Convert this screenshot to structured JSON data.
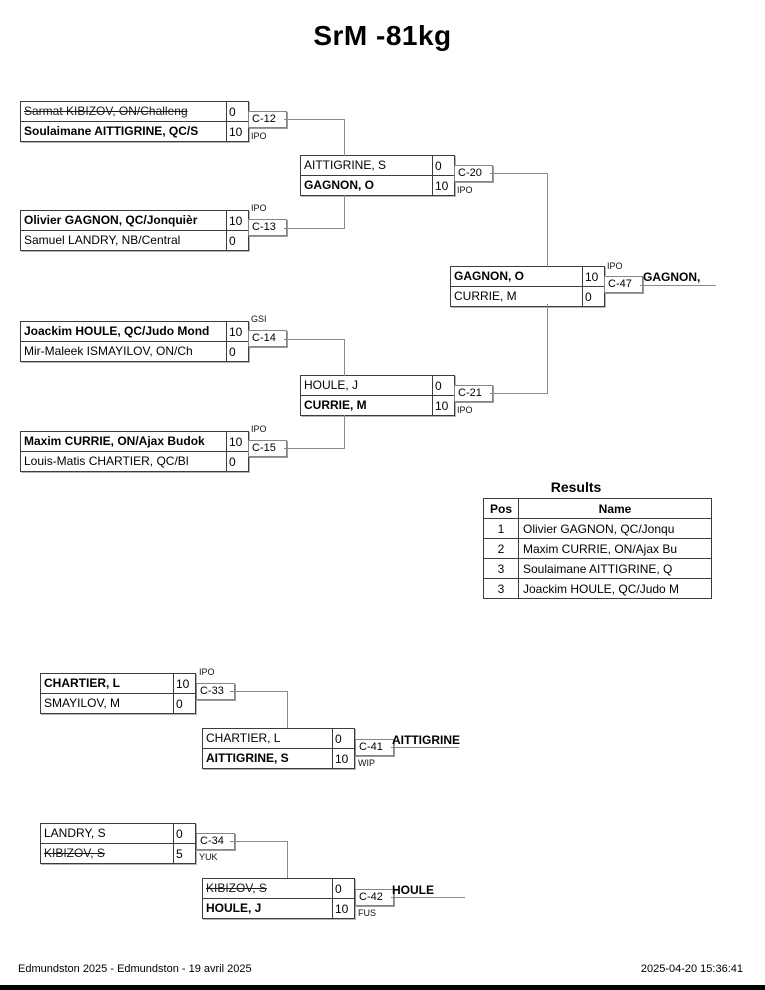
{
  "title": "SrM -81kg",
  "bracket": {
    "c12": {
      "code": "C-12",
      "sub": "IPO",
      "p1": {
        "name": "Sarmat KIBIZOV, ON/Challeng",
        "score": "0"
      },
      "p2": {
        "name": "Soulaimane AITTIGRINE, QC/S",
        "score": "10"
      }
    },
    "c13": {
      "code": "C-13",
      "sub": "IPO",
      "p1": {
        "name": "Olivier GAGNON, QC/Jonquièr",
        "score": "10"
      },
      "p2": {
        "name": "Samuel LANDRY, NB/Central",
        "score": "0"
      }
    },
    "c14": {
      "code": "C-14",
      "sub": "GSI",
      "p1": {
        "name": "Joackim HOULE, QC/Judo Mond",
        "score": "10"
      },
      "p2": {
        "name": "Mir-Maleek ISMAYILOV, ON/Ch",
        "score": "0"
      }
    },
    "c15": {
      "code": "C-15",
      "sub": "IPO",
      "p1": {
        "name": "Maxim CURRIE, ON/Ajax Budok",
        "score": "10"
      },
      "p2": {
        "name": "Louis-Matis CHARTIER, QC/Bl",
        "score": "0"
      }
    },
    "c20": {
      "code": "C-20",
      "sub": "IPO",
      "p1": {
        "name": "AITTIGRINE, S",
        "score": "0"
      },
      "p2": {
        "name": "GAGNON, O",
        "score": "10"
      }
    },
    "c21": {
      "code": "C-21",
      "sub": "IPO",
      "p1": {
        "name": "HOULE, J",
        "score": "0"
      },
      "p2": {
        "name": "CURRIE, M",
        "score": "10"
      }
    },
    "c47": {
      "code": "C-47",
      "sub": "IPO",
      "winner": "GAGNON,",
      "p1": {
        "name": "GAGNON, O",
        "score": "10"
      },
      "p2": {
        "name": "CURRIE, M",
        "score": "0"
      }
    },
    "c33": {
      "code": "C-33",
      "sub": "IPO",
      "p1": {
        "name": "CHARTIER, L",
        "score": "10"
      },
      "p2": {
        "name": "SMAYILOV, M",
        "score": "0"
      }
    },
    "c41": {
      "code": "C-41",
      "sub": "WIP",
      "winner": "AITTIGRINE",
      "p1": {
        "name": "CHARTIER, L",
        "score": "0"
      },
      "p2": {
        "name": "AITTIGRINE, S",
        "score": "10"
      }
    },
    "c34": {
      "code": "C-34",
      "sub": "YUK",
      "p1": {
        "name": "LANDRY, S",
        "score": "0"
      },
      "p2": {
        "name": "KIBIZOV, S",
        "score": "5"
      }
    },
    "c42": {
      "code": "C-42",
      "sub": "FUS",
      "winner": "HOULE",
      "p1": {
        "name": "KIBIZOV, S",
        "score": "0"
      },
      "p2": {
        "name": "HOULE, J",
        "score": "10"
      }
    }
  },
  "results": {
    "title": "Results",
    "col_pos": "Pos",
    "col_name": "Name",
    "rows": [
      {
        "pos": "1",
        "name": "Olivier GAGNON, QC/Jonqu"
      },
      {
        "pos": "2",
        "name": "Maxim CURRIE, ON/Ajax Bu"
      },
      {
        "pos": "3",
        "name": "Soulaimane AITTIGRINE, Q"
      },
      {
        "pos": "3",
        "name": "Joackim HOULE, QC/Judo M"
      }
    ]
  },
  "footer": {
    "left": "Edmundston 2025 - Edmundston - 19 avril 2025",
    "right": "2025-04-20 15:36:41"
  }
}
